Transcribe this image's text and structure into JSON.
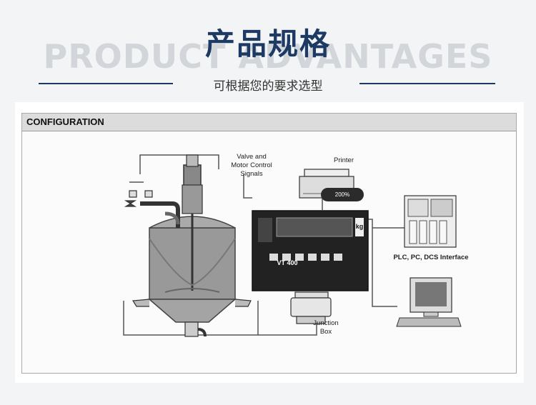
{
  "header": {
    "background_word": "PRODUCT ADVANTAGES",
    "title": "产品规格",
    "subtitle": "可根据您的要求选型",
    "accent_color": "#1c3a63"
  },
  "diagram": {
    "heading": "CONFIGURATION",
    "labels": {
      "valve_line1": "Valve and",
      "valve_line2": "Motor Control",
      "valve_line3": "Signals",
      "printer": "Printer",
      "indicator_model": "VT 400",
      "indicator_unit": "kg",
      "plc": "PLC, PC, DCS Interface",
      "junction_line1": "Junction",
      "junction_line2": "Box"
    },
    "zoom_badge": "200%"
  }
}
